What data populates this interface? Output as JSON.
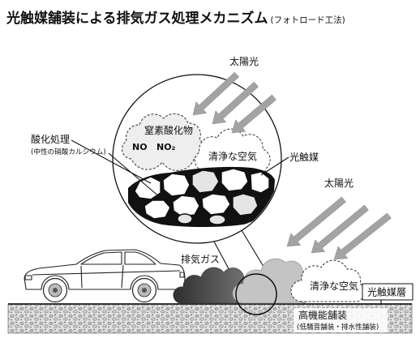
{
  "title": {
    "main": "光触媒舗装による排気ガス処理メカニズム",
    "method": "(フォトロード工法)"
  },
  "magnified_view": {
    "sunlight_label": "太陽光",
    "pollutant_cloud": {
      "label": "窒素酸化物",
      "species": [
        "NO",
        "NO₂"
      ]
    },
    "clean_air_label": "清浄な空気",
    "oxidation": {
      "label": "酸化処理",
      "note": "(中性の硝酸カルシウム)"
    },
    "photocatalyst_label": "光触媒"
  },
  "street_scene": {
    "sunlight_label": "太陽光",
    "exhaust_label": "排気ガス",
    "clean_air_label": "清浄な空気",
    "photocatalyst_layer_label": "光触媒層",
    "pavement": {
      "label": "高機能舗装",
      "note": "(低騒音舗装・排水性舗装)"
    }
  },
  "colors": {
    "ink": "#111111",
    "sunlight_arrow": "#a3a3a3",
    "exhaust_dark": "#2e2e2e",
    "exhaust_mid": "#7a7a7a",
    "exhaust_light": "#c4c4c4",
    "pavement": "#e0e0e0"
  }
}
